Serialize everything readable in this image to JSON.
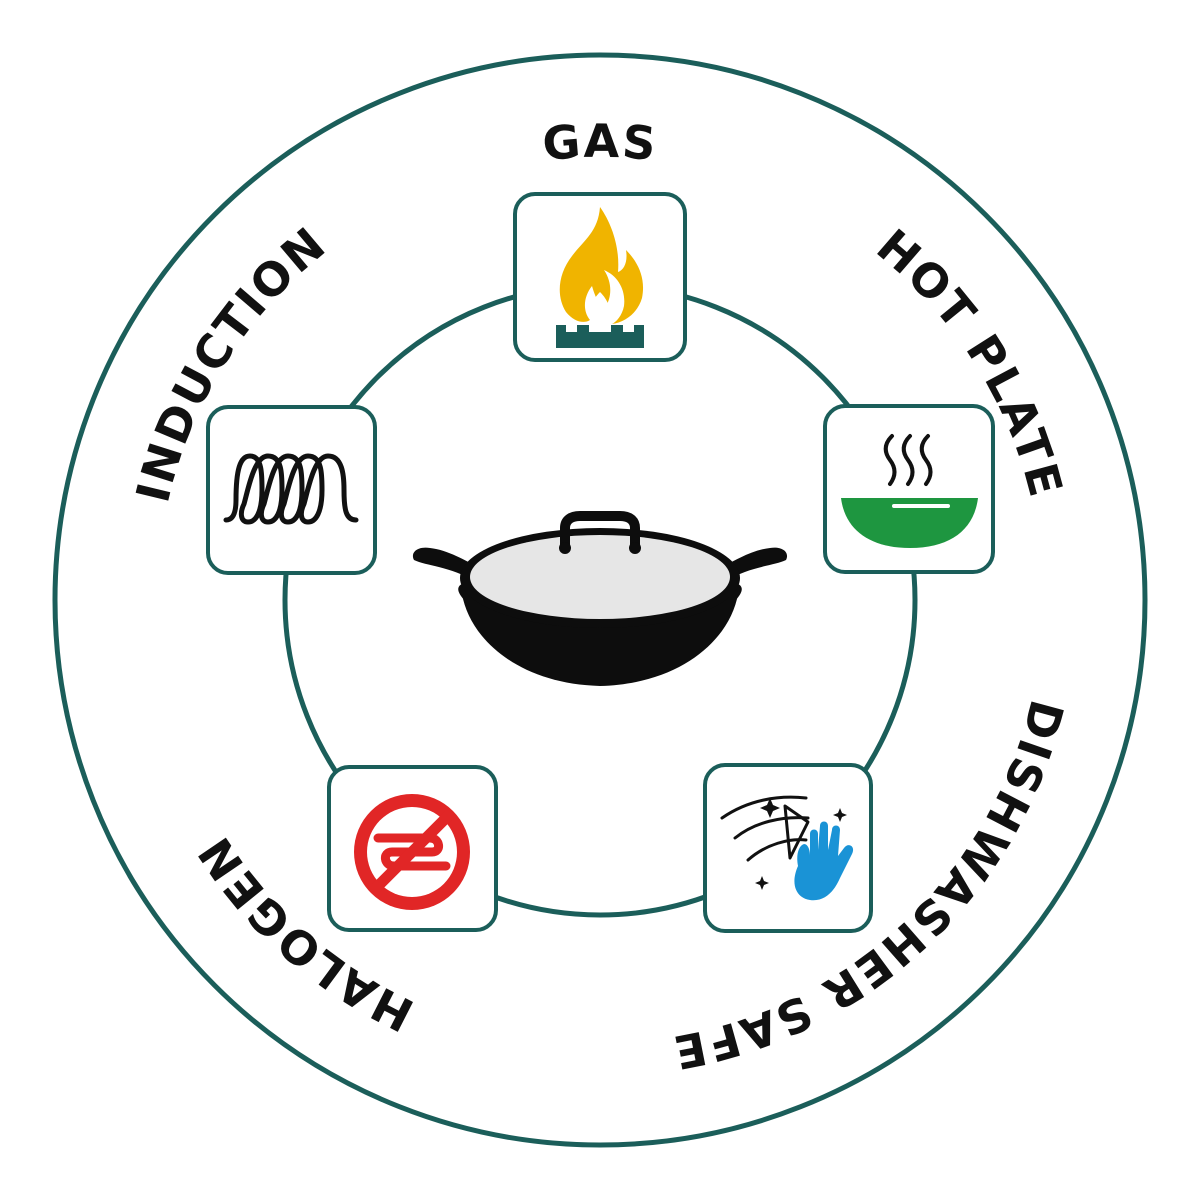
{
  "center_icon": "kadhai-with-lid-icon",
  "colors": {
    "ring": "#1b5e5a",
    "text": "#111111",
    "flame": "#f0b400",
    "burner": "#1b5e5a",
    "bowl": "#1e9640",
    "halogen": "#e12626",
    "hand": "#1a93d6",
    "pan": "#0d0d0d"
  },
  "features": [
    {
      "label": "GAS",
      "icon": "gas-flame-icon"
    },
    {
      "label": "HOT PLATE",
      "icon": "hot-bowl-icon"
    },
    {
      "label": "DISHWASHER SAFE",
      "icon": "dishwasher-hand-icon"
    },
    {
      "label": "HALOGEN",
      "icon": "halogen-icon"
    },
    {
      "label": "INDUCTION",
      "icon": "induction-coil-icon"
    }
  ]
}
